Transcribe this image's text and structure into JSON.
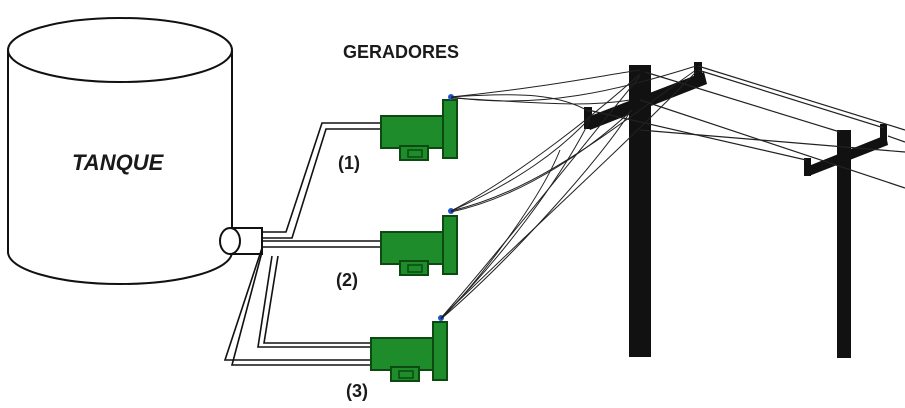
{
  "tank": {
    "label": "TANQUE"
  },
  "generators": {
    "title": "GERADORES",
    "items": [
      {
        "label": "(1)"
      },
      {
        "label": "(2)"
      },
      {
        "label": "(3)"
      }
    ]
  },
  "colors": {
    "generator": "#1e8c2a",
    "generator_dark": "#0c4a12",
    "pole": "#111111",
    "line": "#222222",
    "terminal": "#2255cc"
  }
}
